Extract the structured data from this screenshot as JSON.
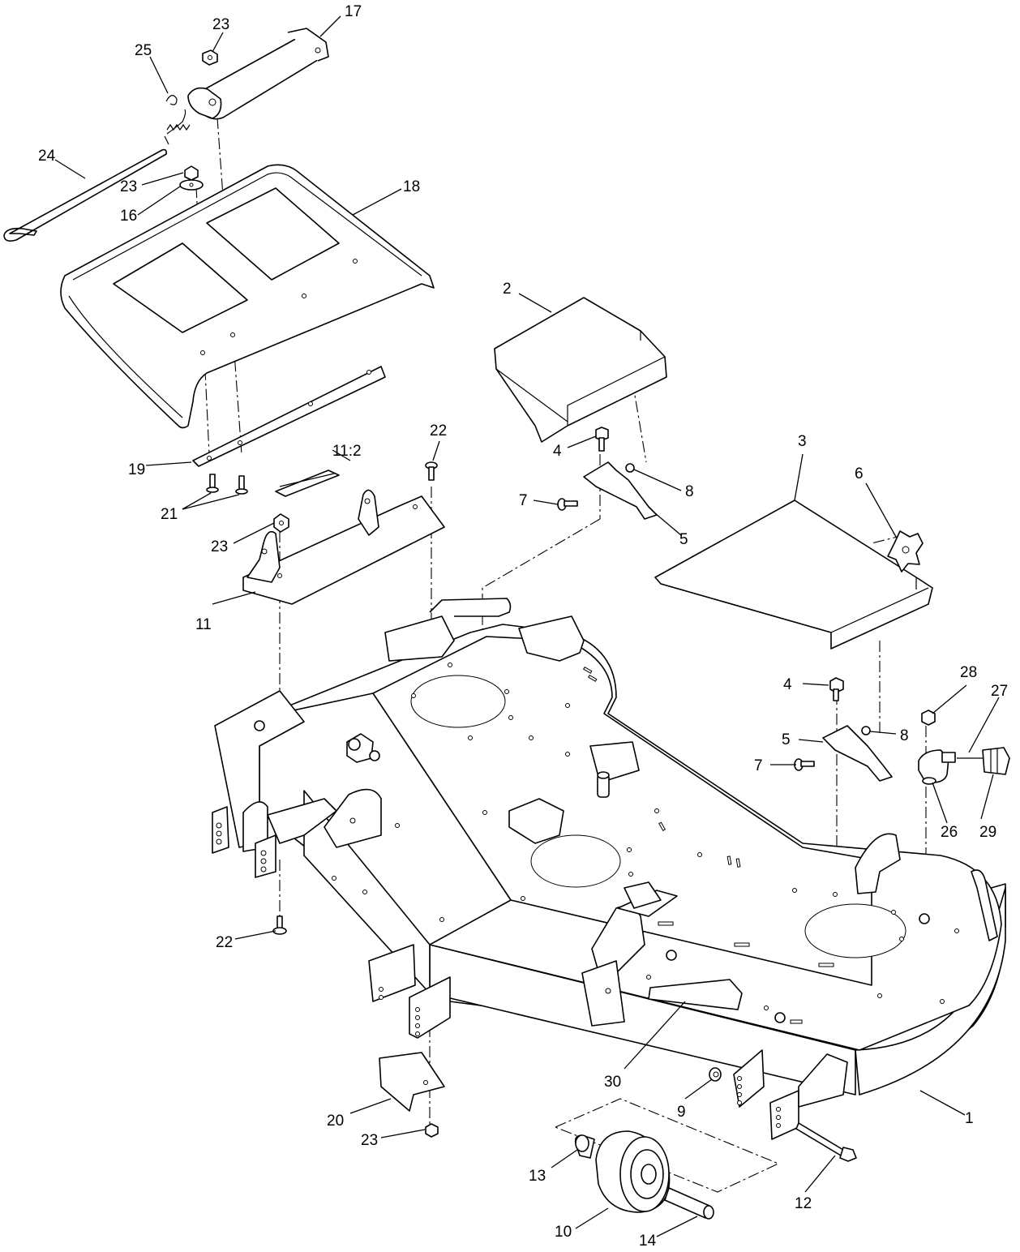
{
  "callouts": [
    {
      "id": "c1",
      "label": "1"
    },
    {
      "id": "c2",
      "label": "2"
    },
    {
      "id": "c3",
      "label": "3"
    },
    {
      "id": "c4a",
      "label": "4"
    },
    {
      "id": "c4b",
      "label": "4"
    },
    {
      "id": "c5a",
      "label": "5"
    },
    {
      "id": "c5b",
      "label": "5"
    },
    {
      "id": "c6",
      "label": "6"
    },
    {
      "id": "c7a",
      "label": "7"
    },
    {
      "id": "c7b",
      "label": "7"
    },
    {
      "id": "c8a",
      "label": "8"
    },
    {
      "id": "c8b",
      "label": "8"
    },
    {
      "id": "c9",
      "label": "9"
    },
    {
      "id": "c10",
      "label": "10"
    },
    {
      "id": "c11",
      "label": "11"
    },
    {
      "id": "c11_2",
      "label": "11:2"
    },
    {
      "id": "c12",
      "label": "12"
    },
    {
      "id": "c13",
      "label": "13"
    },
    {
      "id": "c14",
      "label": "14"
    },
    {
      "id": "c16",
      "label": "16"
    },
    {
      "id": "c17",
      "label": "17"
    },
    {
      "id": "c18",
      "label": "18"
    },
    {
      "id": "c19",
      "label": "19"
    },
    {
      "id": "c20",
      "label": "20"
    },
    {
      "id": "c21",
      "label": "21"
    },
    {
      "id": "c22a",
      "label": "22"
    },
    {
      "id": "c22b",
      "label": "22"
    },
    {
      "id": "c23a",
      "label": "23"
    },
    {
      "id": "c23b",
      "label": "23"
    },
    {
      "id": "c23c",
      "label": "23"
    },
    {
      "id": "c23d",
      "label": "23"
    },
    {
      "id": "c24",
      "label": "24"
    },
    {
      "id": "c25",
      "label": "25"
    },
    {
      "id": "c26",
      "label": "26"
    },
    {
      "id": "c27",
      "label": "27"
    },
    {
      "id": "c28",
      "label": "28"
    },
    {
      "id": "c29",
      "label": "29"
    },
    {
      "id": "c30",
      "label": "30"
    }
  ]
}
